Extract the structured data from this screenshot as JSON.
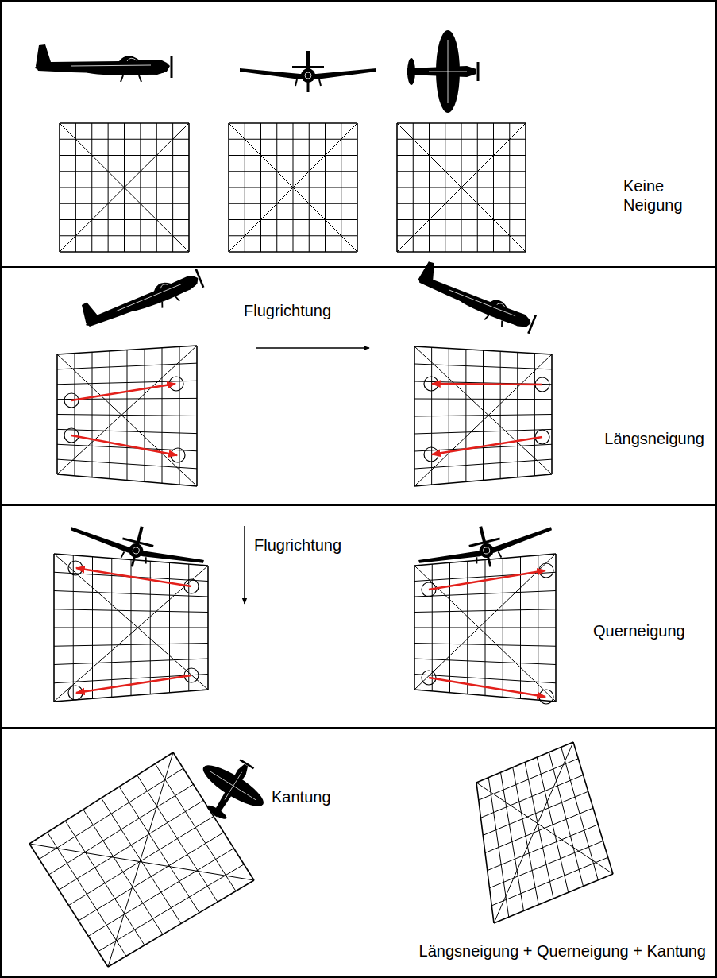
{
  "diagram": {
    "nodes": [
      {
        "text": [
          "Keine Neigung"
        ]
      },
      {
        "text": [
          "Flugrichtung",
          "Längsneigung"
        ]
      },
      {
        "text": [
          "Flugrichtung",
          "Querneigung"
        ]
      },
      {
        "text": [
          "Kantung",
          "Längsneigung + Querneigung + Kantung"
        ]
      }
    ]
  }
}
